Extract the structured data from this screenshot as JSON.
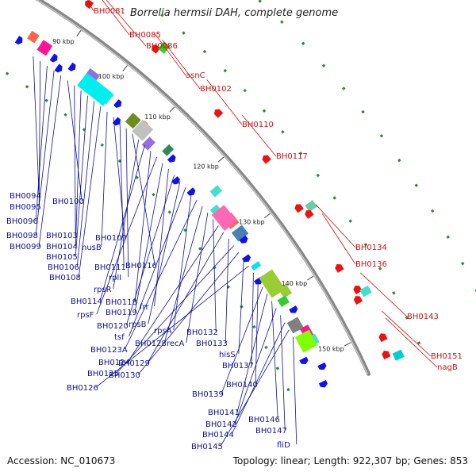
{
  "title": "Borrelia hermsii DAH, complete genome",
  "footer": {
    "accession": "Accession: NC_010673",
    "topology": "Topology: linear; Length: 922,307 bp; Genes: 853"
  },
  "colors": {
    "forward": "#1111ee",
    "reverse": "#ee1111",
    "label_forward": "#10109a",
    "label_reverse": "#cc1111",
    "backbone": "#888888",
    "dots": "#2e8b2e"
  },
  "ticks": [
    "90 kbp",
    "100 kbp",
    "110 kbp",
    "120 kbp",
    "130 kbp",
    "140 kbp",
    "150 kbp"
  ],
  "forward_labels": [
    "BH0094",
    "BH0095",
    "BH0096",
    "BH0098",
    "BH0099",
    "BH0100",
    "BH0103",
    "BH0104",
    "BH0105",
    "BH0106",
    "BH0108",
    "nusB",
    "BH0109",
    "BH0111",
    "rplI",
    "BH0116",
    "rpsR",
    "BH0114",
    "BH0118",
    "rpsF",
    "BH0119",
    "frr",
    "BH0120",
    "rpsB",
    "tsf",
    "rpsA",
    "BH0123A",
    "BH0128",
    "recA",
    "BH0132",
    "BH0124",
    "BH0129",
    "BH0133",
    "BH0125",
    "BH0130",
    "hisS",
    "BH0126",
    "BH0137",
    "BH0140",
    "BH0139",
    "BH0141",
    "BH0146",
    "BH0142",
    "BH0147",
    "BH0144",
    "BH0145",
    "fliD"
  ],
  "reverse_labels": [
    "BH0081",
    "BH0085",
    "BH0086",
    "asnC",
    "BH0102",
    "BH0110",
    "BH0117",
    "BH0134",
    "BH0136",
    "BH0143",
    "BH0151",
    "nagB"
  ]
}
